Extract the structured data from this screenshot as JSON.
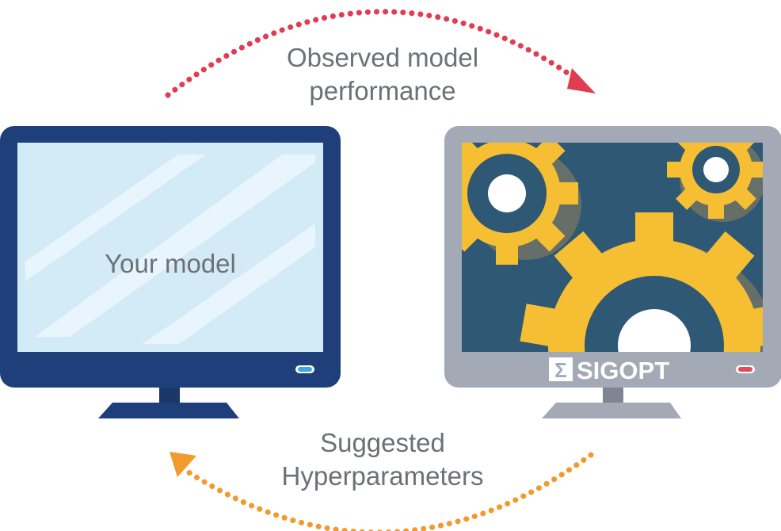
{
  "top_label": {
    "line1": "Observed model",
    "line2": "performance"
  },
  "bottom_label": {
    "line1": "Suggested",
    "line2": "Hyperparameters"
  },
  "left_monitor": {
    "screen_text": "Your model",
    "frame_color": "#1f3f7a",
    "screen_color": "#d3eaf7",
    "led_color": "#3aa6e6"
  },
  "right_monitor": {
    "logo_symbol": "Σ",
    "logo_text": "SIGOPT",
    "frame_color": "#a3aab6",
    "screen_color": "#2e5873",
    "gear_color": "#f6bf33",
    "led_color": "#e44a58"
  },
  "arrows": {
    "top_color": "#e23c52",
    "bottom_color": "#f29a2e"
  }
}
